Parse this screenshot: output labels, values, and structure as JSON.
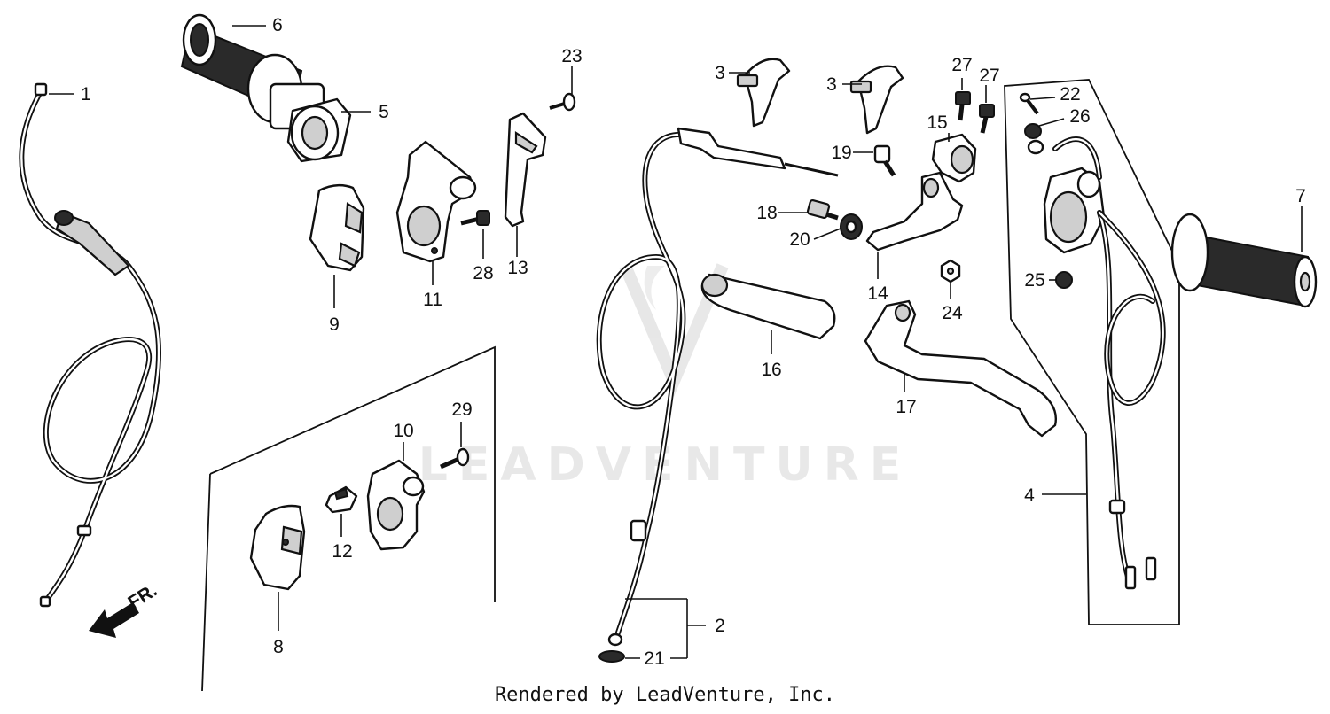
{
  "watermark": "LEADVENTURE",
  "credit": "Rendered by LeadVenture, Inc.",
  "front_indicator": "FR.",
  "callouts": {
    "c1": "1",
    "c2": "2",
    "c3a": "3",
    "c3b": "3",
    "c4": "4",
    "c5": "5",
    "c6": "6",
    "c7": "7",
    "c8": "8",
    "c9": "9",
    "c10": "10",
    "c11": "11",
    "c12": "12",
    "c13": "13",
    "c14": "14",
    "c15": "15",
    "c16": "16",
    "c17": "17",
    "c18": "18",
    "c19": "19",
    "c20": "20",
    "c21": "21",
    "c22": "22",
    "c23": "23",
    "c24": "24",
    "c25": "25",
    "c26": "26",
    "c27a": "27",
    "c27b": "27",
    "c28": "28",
    "c29": "29"
  }
}
